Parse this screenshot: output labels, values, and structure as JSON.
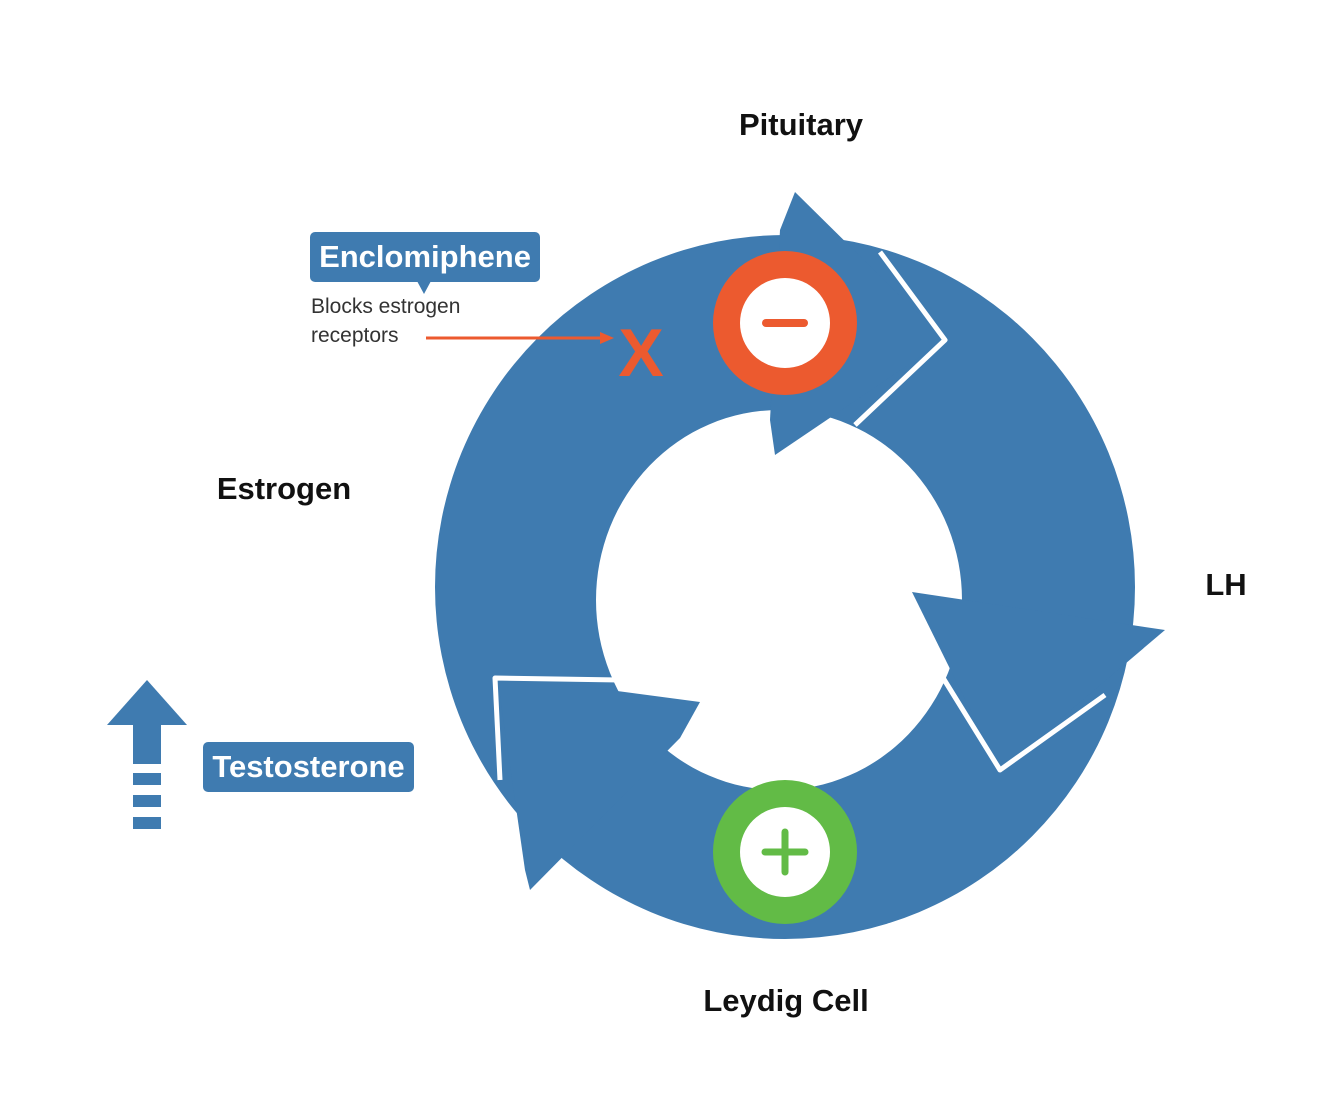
{
  "labels": {
    "pituitary": "Pituitary",
    "lh": "LH",
    "leydig": "Leydig Cell",
    "estrogen": "Estrogen"
  },
  "enclomiphene": {
    "tag": "Enclomiphene",
    "note_line1": "Blocks estrogen",
    "note_line2": "receptors",
    "block_mark": "X"
  },
  "testosterone": {
    "tag": "Testosterone",
    "indicator": "increase-arrow-icon"
  },
  "indicators": {
    "inhibit": "minus-icon",
    "stimulate": "plus-icon"
  },
  "colors": {
    "cycle_blue": "#3f7bb0",
    "inhibit_orange": "#ec5a2f",
    "stimulate_green": "#62bb46"
  }
}
